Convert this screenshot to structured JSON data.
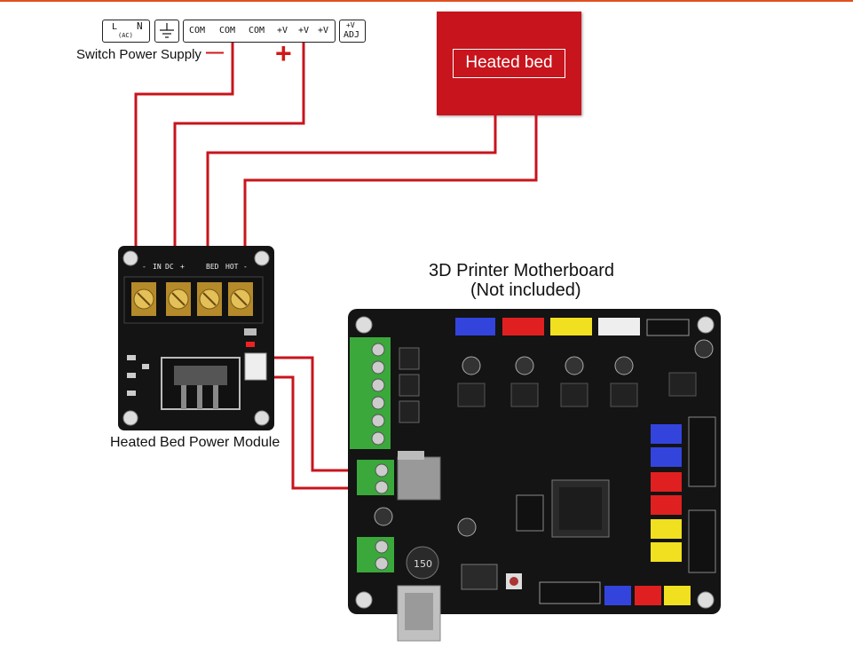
{
  "power_supply": {
    "label": "Switch Power Supply",
    "minus_sign": "—",
    "plus_sign": "+",
    "terminal_L": "L",
    "terminal_AC": "(AC)",
    "terminal_N": "N",
    "terminals": [
      "COM",
      "COM",
      "COM",
      "+V",
      "+V",
      "+V"
    ],
    "adj_top": "+V",
    "adj_bottom": "ADJ"
  },
  "heated_bed": {
    "label": "Heated bed"
  },
  "power_module": {
    "label": "Heated Bed Power Module",
    "silk_labels": [
      "-",
      "IN",
      "DC",
      "+",
      "BED",
      "HOT",
      "-"
    ]
  },
  "motherboard": {
    "title_line1": "3D Printer Motherboard",
    "title_line2": "(Not included)",
    "capacitor_value": "150"
  },
  "colors": {
    "wire": "#c8141c",
    "bed": "#c8141c",
    "pcb": "#141414",
    "terminal_green": "#3aa83a",
    "connector_blue": "#3344dd",
    "connector_red": "#e02020",
    "connector_yellow": "#f0e020",
    "connector_white": "#eeeeee"
  }
}
